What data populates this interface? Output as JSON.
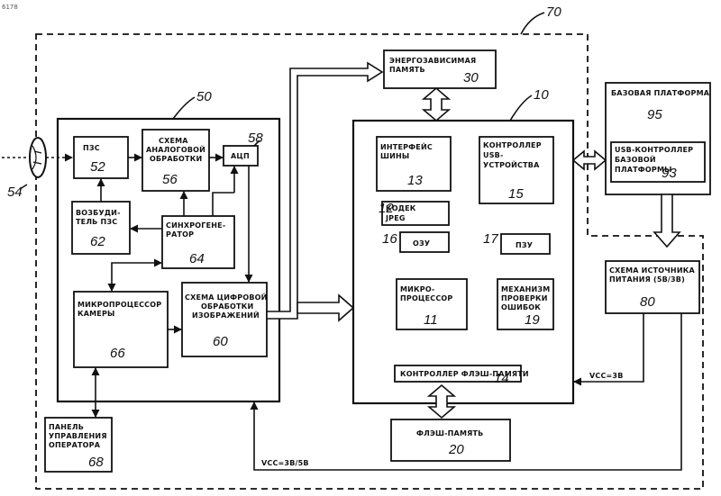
{
  "corner_label": "6178",
  "refs": {
    "system": "70",
    "camera_module": "50",
    "controller": "10",
    "lens": "54",
    "adc_ref": "58",
    "jpeg_ref": "12",
    "ram_ref": "16",
    "rom_ref": "17"
  },
  "blocks": {
    "nvm": {
      "label": [
        "ЭНЕРГОЗАВИСИМАЯ",
        "ПАМЯТЬ"
      ],
      "num": "30"
    },
    "base": {
      "label": [
        "БАЗОВАЯ ПЛАТФОРМА"
      ],
      "num": "95"
    },
    "base_usb": {
      "label": [
        "USB-КОНТРОЛЛЕР",
        "БАЗОВОЙ",
        "ПЛАТФОРМЫ"
      ],
      "num": "93"
    },
    "ccd": {
      "label": [
        "ПЗС"
      ],
      "num": "52"
    },
    "analog": {
      "label": [
        "СХЕМА",
        "АНАЛОГОВОЙ",
        "ОБРАБОТКИ"
      ],
      "num": "56"
    },
    "adc": {
      "label": [
        "АЦП"
      ]
    },
    "ccd_driver": {
      "label": [
        "ВОЗБУДИ-",
        "ТЕЛЬ ПЗС"
      ],
      "num": "62"
    },
    "syncgen": {
      "label": [
        "СИНХРОГЕНЕ-",
        "РАТОР"
      ],
      "num": "64"
    },
    "cpu_cam": {
      "label": [
        "МИКРОПРОЦЕССОР",
        "КАМЕРЫ"
      ],
      "num": "66"
    },
    "dsp": {
      "label": [
        "СХЕМА ЦИФРОВОЙ",
        "ОБРАБОТКИ",
        "ИЗОБРАЖЕНИЙ"
      ],
      "num": "60"
    },
    "panel": {
      "label": [
        "ПАНЕЛЬ",
        "УПРАВЛЕНИЯ",
        "ОПЕРАТОРА"
      ],
      "num": "68"
    },
    "bus_if": {
      "label": [
        "ИНТЕРФЕЙС",
        "ШИНЫ"
      ],
      "num": "13"
    },
    "usb_dev": {
      "label": [
        "КОНТРОЛЛЕР",
        "USB-",
        "УСТРОЙСТВА"
      ],
      "num": "15"
    },
    "jpeg": {
      "label": [
        "КОДЕК",
        "JPEG"
      ]
    },
    "ram": {
      "label": [
        "ОЗУ"
      ]
    },
    "rom": {
      "label": [
        "ПЗУ"
      ]
    },
    "mcu": {
      "label": [
        "МИКРО-",
        "ПРОЦЕССОР"
      ],
      "num": "11"
    },
    "ecc": {
      "label": [
        "МЕХАНИЗМ",
        "ПРОВЕРКИ",
        "ОШИБОК"
      ],
      "num": "19"
    },
    "flash_ctrl": {
      "label": [
        "КОНТРОЛЛЕР ФЛЭШ-ПАМЯТИ"
      ],
      "num": "14"
    },
    "psu": {
      "label": [
        "СХЕМА ИСТОЧНИКА",
        "ПИТАНИЯ (5В/3В)"
      ],
      "num": "80"
    },
    "flash": {
      "label": [
        "ФЛЭШ-ПАМЯТЬ"
      ],
      "num": "20"
    }
  },
  "voltages": {
    "vcc3": "VCC=3В",
    "vcc35": "VCC=3В/5В"
  }
}
